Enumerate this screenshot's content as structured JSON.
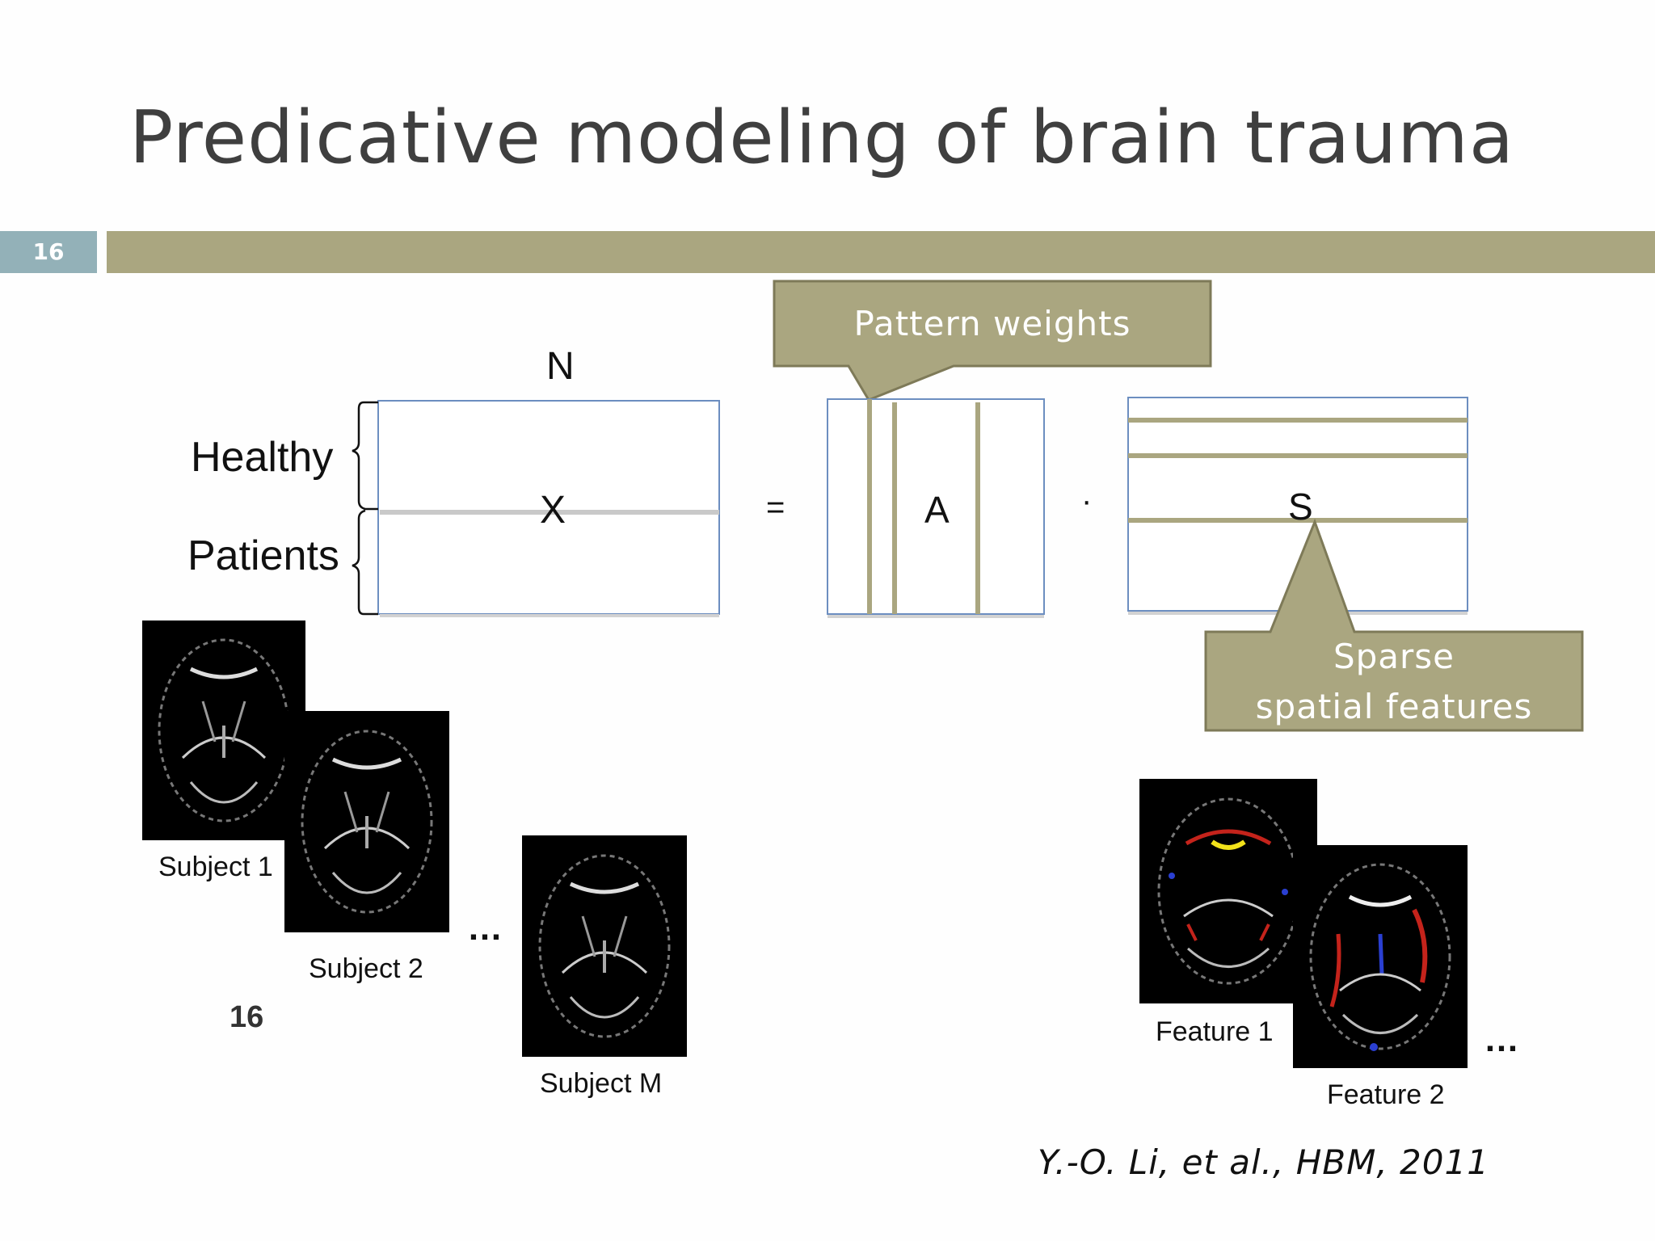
{
  "slide": {
    "title": "Predicative modeling of brain trauma",
    "number": "16",
    "footer_number": "16"
  },
  "matrix": {
    "n_label": "N",
    "x_label": "X",
    "equals": "=",
    "a_label": "A",
    "dot": "·",
    "s_label": "S",
    "row_labels": [
      "Healthy",
      "Patients"
    ]
  },
  "callouts": {
    "pattern_weights": "Pattern weights",
    "sparse_line1": "Sparse",
    "sparse_line2": "spatial features"
  },
  "subjects": {
    "items": [
      "Subject 1",
      "Subject 2",
      "Subject M"
    ],
    "ellipsis": "…"
  },
  "features": {
    "items": [
      "Feature 1",
      "Feature 2"
    ],
    "ellipsis": "…"
  },
  "citation": "Y.-O. Li, et al., HBM, 2011",
  "colors": {
    "accent_bar": "#aaa680",
    "slide_num_bg": "#93b1b8",
    "matrix_border": "#6c8ec0",
    "callout_fill": "#aaa680",
    "callout_border": "#7e7a58"
  }
}
